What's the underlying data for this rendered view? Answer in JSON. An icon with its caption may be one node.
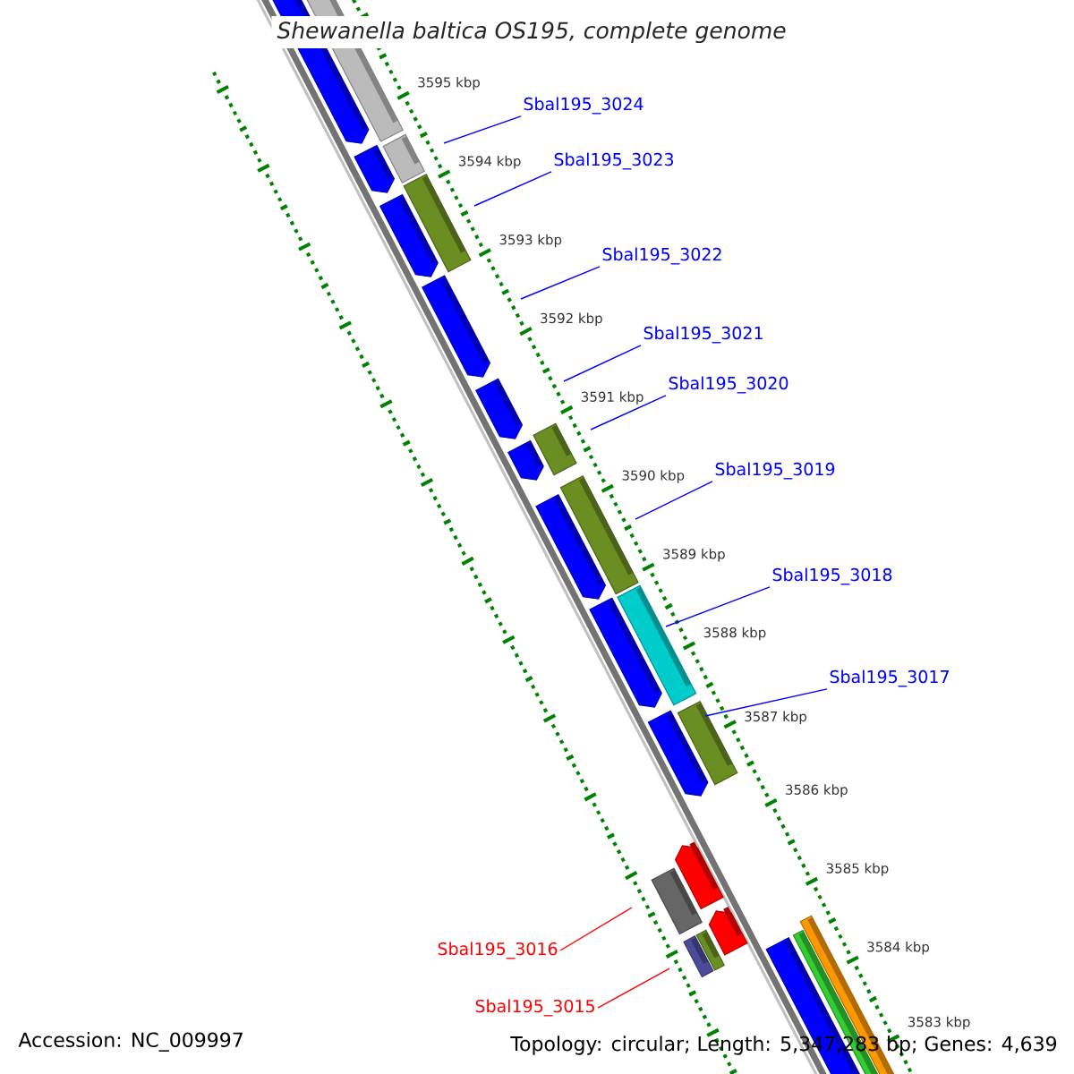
{
  "diagram": {
    "title": "Shewanella baltica OS195, complete genome",
    "nodes": [
      {
        "text": [
          "Sbal195_3024"
        ]
      },
      {
        "text": [
          "Sbal195_3023"
        ]
      },
      {
        "text": [
          "Sbal195_3022"
        ]
      },
      {
        "text": [
          "Sbal195_3021"
        ]
      },
      {
        "text": [
          "Sbal195_3020"
        ]
      },
      {
        "text": [
          "Sbal195_3019"
        ]
      },
      {
        "text": [
          "Sbal195_3018"
        ]
      },
      {
        "text": [
          "Sbal195_3017"
        ]
      },
      {
        "text": [
          "Sbal195_3016"
        ]
      },
      {
        "text": [
          "Sbal195_3015"
        ]
      }
    ],
    "edges": [
      {
        "from": 0,
        "to": null,
        "arrow": "none"
      },
      {
        "from": 1,
        "to": null,
        "arrow": "none"
      },
      {
        "from": 2,
        "to": null,
        "arrow": "none"
      },
      {
        "from": 3,
        "to": null,
        "arrow": "none"
      },
      {
        "from": 4,
        "to": null,
        "arrow": "none"
      },
      {
        "from": 5,
        "to": null,
        "arrow": "none"
      },
      {
        "from": 6,
        "to": null,
        "arrow": "none"
      },
      {
        "from": 7,
        "to": null,
        "arrow": "none"
      },
      {
        "from": 8,
        "to": null,
        "arrow": "none",
        "color": "#ff0000"
      },
      {
        "from": 9,
        "to": null,
        "arrow": "none",
        "color": "#ff0000"
      }
    ],
    "labels": [
      "3595 kbp",
      "3594 kbp",
      "3593 kbp",
      "3592 kbp",
      "3591 kbp",
      "3590 kbp",
      "3589 kbp",
      "3588 kbp",
      "3587 kbp",
      "3586 kbp",
      "3585 kbp",
      "3584 kbp",
      "3583 kbp",
      "Accession: NC_009997",
      "Topology: circular; Length: 5,347,283 bp; Genes: 4,639"
    ]
  }
}
